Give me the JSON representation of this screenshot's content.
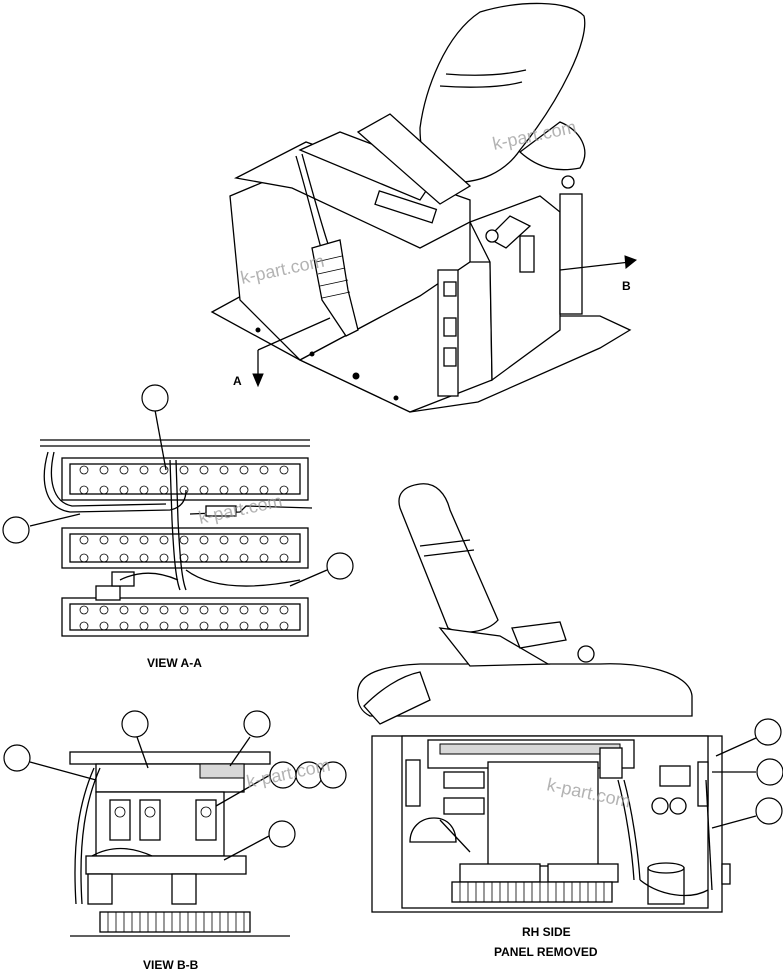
{
  "labels": {
    "arrow_a": "A",
    "arrow_b": "B",
    "view_aa": "VIEW A-A",
    "view_bb": "VIEW B-B",
    "rh_side_line1": "RH SIDE",
    "rh_side_line2": "PANEL REMOVED"
  },
  "watermarks": [
    "k-part.com",
    "k-part.com",
    "k-part.com",
    "k-part.com",
    "k-part.com"
  ]
}
